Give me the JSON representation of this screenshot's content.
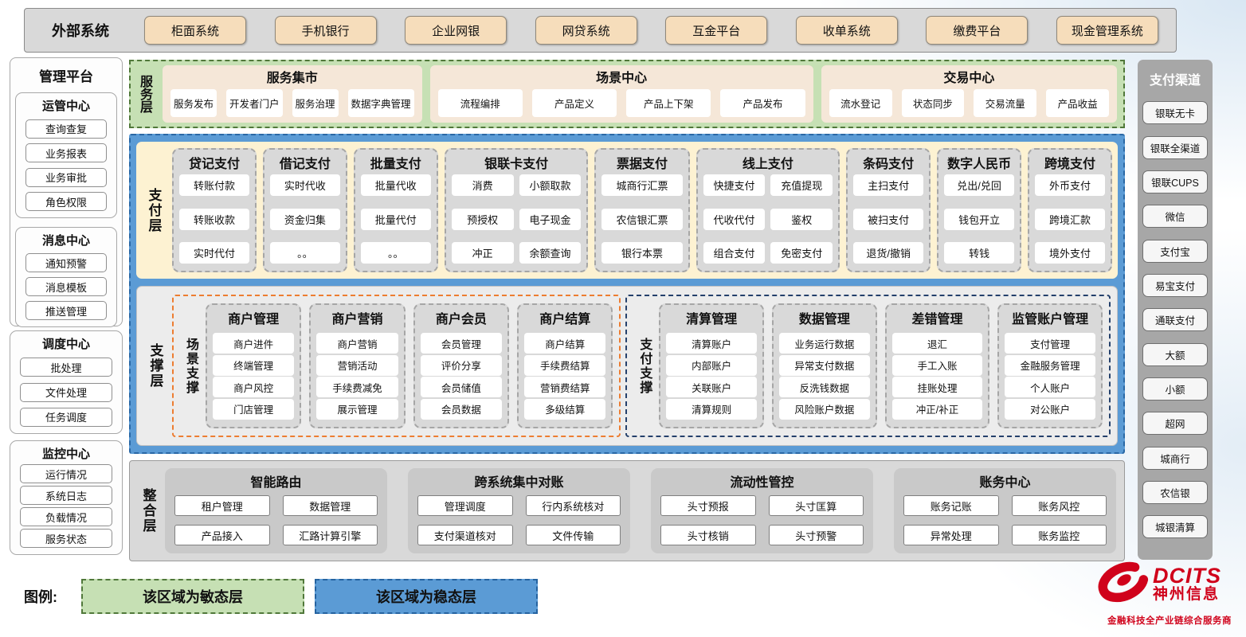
{
  "external_systems": {
    "title": "外部系统",
    "items": [
      "柜面系统",
      "手机银行",
      "企业网银",
      "网贷系统",
      "互金平台",
      "收单系统",
      "缴费平台",
      "现金管理系统"
    ]
  },
  "management_platform": {
    "title": "管理平台",
    "groups": [
      {
        "title": "运管中心",
        "items": [
          "查询查复",
          "业务报表",
          "业务审批",
          "角色权限"
        ]
      },
      {
        "title": "消息中心",
        "items": [
          "通知预警",
          "消息模板",
          "推送管理"
        ]
      },
      {
        "title": "调度中心",
        "items": [
          "批处理",
          "文件处理",
          "任务调度"
        ]
      },
      {
        "title": "监控中心",
        "items": [
          "运行情况",
          "系统日志",
          "负载情况",
          "服务状态"
        ]
      }
    ]
  },
  "service_layer": {
    "label": "服务层",
    "sections": [
      {
        "title": "服务集市",
        "items": [
          "服务发布",
          "开发者门户",
          "服务治理",
          "数据字典管理"
        ]
      },
      {
        "title": "场景中心",
        "items": [
          "流程编排",
          "产品定义",
          "产品上下架",
          "产品发布"
        ]
      },
      {
        "title": "交易中心",
        "items": [
          "流水登记",
          "状态同步",
          "交易流量",
          "产品收益"
        ]
      }
    ]
  },
  "payment_layer": {
    "label": "支付层",
    "groups": [
      {
        "title": "贷记支付",
        "columns": [
          [
            "转账付款",
            "转账收款",
            "实时代付"
          ]
        ]
      },
      {
        "title": "借记支付",
        "columns": [
          [
            "实时代收",
            "资金归集",
            "。。"
          ]
        ]
      },
      {
        "title": "批量支付",
        "columns": [
          [
            "批量代收",
            "批量代付",
            "。。"
          ]
        ]
      },
      {
        "title": "银联卡支付",
        "columns": [
          [
            "消费",
            "预授权",
            "冲正"
          ],
          [
            "小额取款",
            "电子现金",
            "余额查询"
          ]
        ]
      },
      {
        "title": "票据支付",
        "columns": [
          [
            "城商行汇票",
            "农信银汇票",
            "银行本票"
          ]
        ]
      },
      {
        "title": "线上支付",
        "columns": [
          [
            "快捷支付",
            "代收代付",
            "组合支付"
          ],
          [
            "充值提现",
            "鉴权",
            "免密支付"
          ]
        ]
      },
      {
        "title": "条码支付",
        "columns": [
          [
            "主扫支付",
            "被扫支付",
            "退货/撤销"
          ]
        ]
      },
      {
        "title": "数字人民币",
        "columns": [
          [
            "兑出/兑回",
            "钱包开立",
            "转钱"
          ]
        ]
      },
      {
        "title": "跨境支付",
        "columns": [
          [
            "外币支付",
            "跨境汇款",
            "境外支付"
          ]
        ]
      }
    ]
  },
  "support_layer": {
    "label": "支撑层",
    "zones": [
      {
        "label": "场景支撑",
        "accent": "#ed7d31",
        "groups": [
          {
            "title": "商户管理",
            "items": [
              "商户进件",
              "终端管理",
              "商户风控",
              "门店管理"
            ]
          },
          {
            "title": "商户营销",
            "items": [
              "商户营销",
              "营销活动",
              "手续费减免",
              "展示管理"
            ]
          },
          {
            "title": "商户会员",
            "items": [
              "会员管理",
              "评价分享",
              "会员储值",
              "会员数据"
            ]
          },
          {
            "title": "商户结算",
            "items": [
              "商户结算",
              "手续费结算",
              "营销费结算",
              "多级结算"
            ]
          }
        ]
      },
      {
        "label": "支付支撑",
        "accent": "#24406b",
        "groups": [
          {
            "title": "清算管理",
            "items": [
              "清算账户",
              "内部账户",
              "关联账户",
              "清算规则"
            ]
          },
          {
            "title": "数据管理",
            "items": [
              "业务运行数据",
              "异常支付数据",
              "反洗钱数据",
              "风险账户数据"
            ]
          },
          {
            "title": "差错管理",
            "items": [
              "退汇",
              "手工入账",
              "挂账处理",
              "冲正/补正"
            ]
          },
          {
            "title": "监管账户管理",
            "items": [
              "支付管理",
              "金融服务管理",
              "个人账户",
              "对公账户"
            ]
          }
        ]
      }
    ]
  },
  "integration_layer": {
    "label": "整合层",
    "groups": [
      {
        "title": "智能路由",
        "items": [
          "租户管理",
          "数据管理",
          "产品接入",
          "汇路计算引擎"
        ]
      },
      {
        "title": "跨系统集中对账",
        "items": [
          "管理调度",
          "行内系统核对",
          "支付渠道核对",
          "文件传输"
        ]
      },
      {
        "title": "流动性管控",
        "items": [
          "头寸预报",
          "头寸匡算",
          "头寸核销",
          "头寸预警"
        ]
      },
      {
        "title": "账务中心",
        "items": [
          "账务记账",
          "账务风控",
          "异常处理",
          "账务监控"
        ]
      }
    ]
  },
  "payment_channels": {
    "title": "支付渠道",
    "items": [
      "银联无卡",
      "银联全渠道",
      "银联CUPS",
      "微信",
      "支付宝",
      "易宝支付",
      "通联支付",
      "大额",
      "小额",
      "超网",
      "城商行",
      "农信银",
      "城银清算"
    ]
  },
  "legend": {
    "label": "图例:",
    "items": [
      {
        "text": "该区域为敏态层",
        "fill": "#c6e0b4",
        "border": "#50783a"
      },
      {
        "text": "该区域为稳态层",
        "fill": "#5b9bd5",
        "border": "#2563a0"
      }
    ]
  },
  "logo": {
    "brand": "DCITS",
    "company": "神州信息",
    "tagline": "金融科技全产业链综合服务商"
  },
  "colors": {
    "agile_fill": "#c6e0b4",
    "agile_border": "#50783a",
    "stable_fill": "#5b9bd5",
    "stable_border": "#2a68a5",
    "scene_accent": "#ed7d31",
    "pay_support_accent": "#24406b",
    "brand_red": "#d0021b"
  }
}
